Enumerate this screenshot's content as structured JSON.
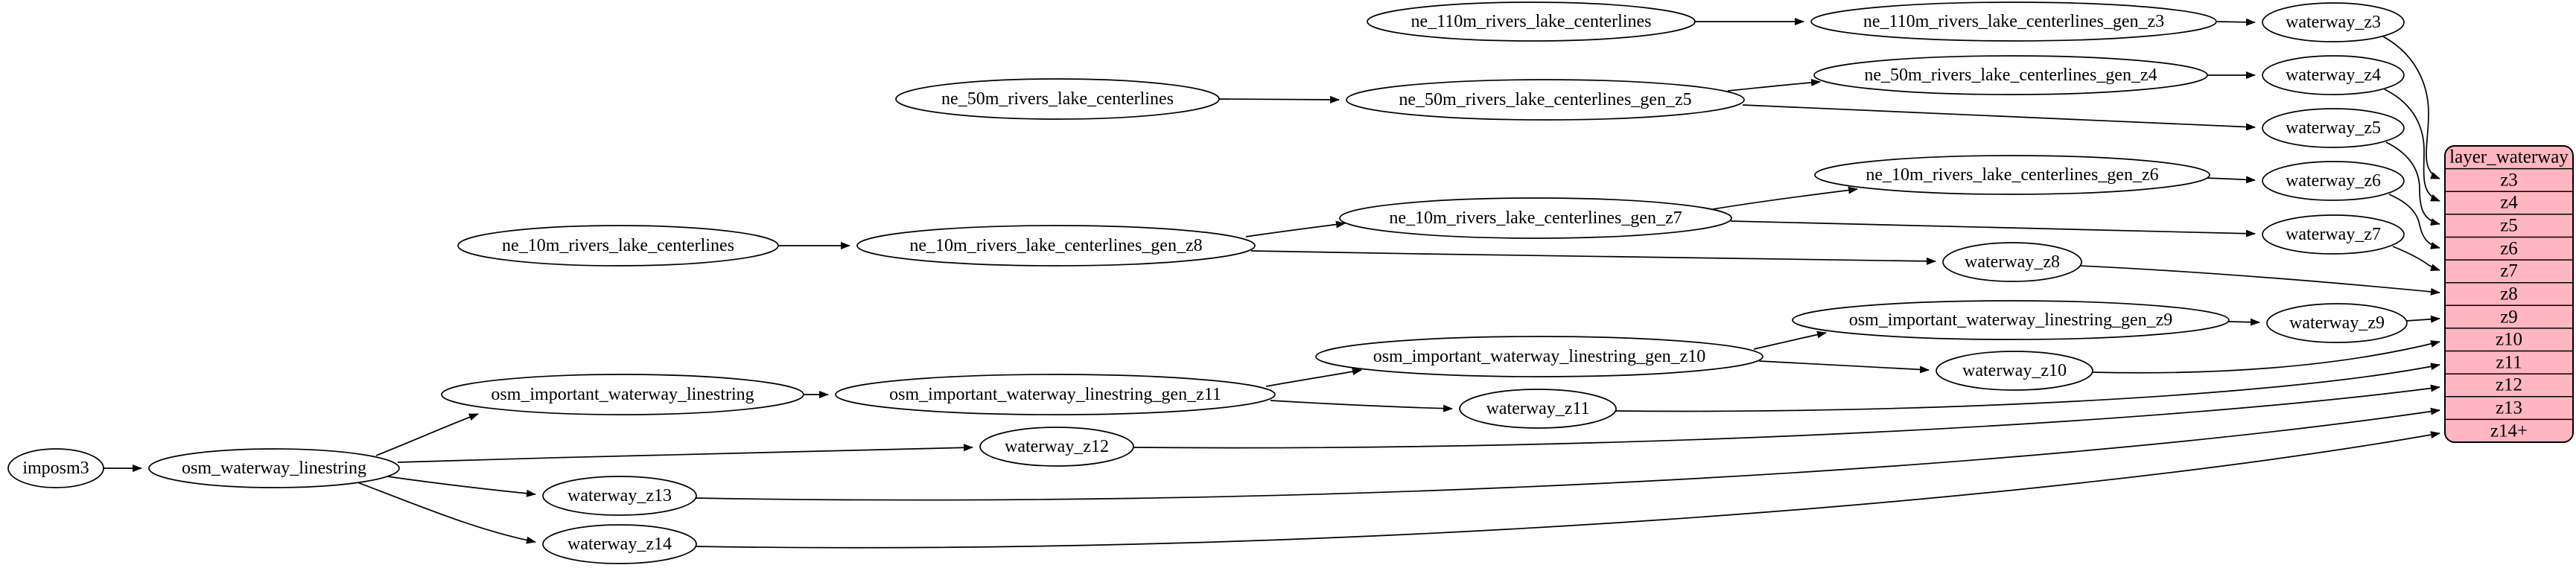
{
  "diagram": {
    "type": "graphviz-dependency-graph",
    "background_color": "#ffffff",
    "node_fill_color": "#ffffff",
    "node_stroke_color": "#000000",
    "edge_color": "#000000",
    "table_fill_color": "#ffb6c1",
    "table_stroke_color": "#000000"
  },
  "nodes": {
    "imposm3": {
      "label": "imposm3"
    },
    "osm_waterway_linestring": {
      "label": "osm_waterway_linestring"
    },
    "osm_important_waterway_linestring": {
      "label": "osm_important_waterway_linestring"
    },
    "osm_important_waterway_linestring_gen_z11": {
      "label": "osm_important_waterway_linestring_gen_z11"
    },
    "osm_important_waterway_linestring_gen_z10": {
      "label": "osm_important_waterway_linestring_gen_z10"
    },
    "osm_important_waterway_linestring_gen_z9": {
      "label": "osm_important_waterway_linestring_gen_z9"
    },
    "ne_10m_rivers_lake_centerlines": {
      "label": "ne_10m_rivers_lake_centerlines"
    },
    "ne_10m_rivers_lake_centerlines_gen_z8": {
      "label": "ne_10m_rivers_lake_centerlines_gen_z8"
    },
    "ne_10m_rivers_lake_centerlines_gen_z7": {
      "label": "ne_10m_rivers_lake_centerlines_gen_z7"
    },
    "ne_10m_rivers_lake_centerlines_gen_z6": {
      "label": "ne_10m_rivers_lake_centerlines_gen_z6"
    },
    "ne_50m_rivers_lake_centerlines": {
      "label": "ne_50m_rivers_lake_centerlines"
    },
    "ne_50m_rivers_lake_centerlines_gen_z5": {
      "label": "ne_50m_rivers_lake_centerlines_gen_z5"
    },
    "ne_50m_rivers_lake_centerlines_gen_z4": {
      "label": "ne_50m_rivers_lake_centerlines_gen_z4"
    },
    "ne_110m_rivers_lake_centerlines": {
      "label": "ne_110m_rivers_lake_centerlines"
    },
    "ne_110m_rivers_lake_centerlines_gen_z3": {
      "label": "ne_110m_rivers_lake_centerlines_gen_z3"
    },
    "waterway_z3": {
      "label": "waterway_z3"
    },
    "waterway_z4": {
      "label": "waterway_z4"
    },
    "waterway_z5": {
      "label": "waterway_z5"
    },
    "waterway_z6": {
      "label": "waterway_z6"
    },
    "waterway_z7": {
      "label": "waterway_z7"
    },
    "waterway_z8": {
      "label": "waterway_z8"
    },
    "waterway_z9": {
      "label": "waterway_z9"
    },
    "waterway_z10": {
      "label": "waterway_z10"
    },
    "waterway_z11": {
      "label": "waterway_z11"
    },
    "waterway_z12": {
      "label": "waterway_z12"
    },
    "waterway_z13": {
      "label": "waterway_z13"
    },
    "waterway_z14": {
      "label": "waterway_z14"
    }
  },
  "table": {
    "title": "layer_waterway",
    "rows": [
      "z3",
      "z4",
      "z5",
      "z6",
      "z7",
      "z8",
      "z9",
      "z10",
      "z11",
      "z12",
      "z13",
      "z14+"
    ]
  },
  "edges": [
    {
      "from": "imposm3",
      "to": "osm_waterway_linestring"
    },
    {
      "from": "osm_waterway_linestring",
      "to": "osm_important_waterway_linestring"
    },
    {
      "from": "osm_waterway_linestring",
      "to": "waterway_z12"
    },
    {
      "from": "osm_waterway_linestring",
      "to": "waterway_z13"
    },
    {
      "from": "osm_waterway_linestring",
      "to": "waterway_z14"
    },
    {
      "from": "osm_important_waterway_linestring",
      "to": "osm_important_waterway_linestring_gen_z11"
    },
    {
      "from": "osm_important_waterway_linestring_gen_z11",
      "to": "osm_important_waterway_linestring_gen_z10"
    },
    {
      "from": "osm_important_waterway_linestring_gen_z11",
      "to": "waterway_z11"
    },
    {
      "from": "osm_important_waterway_linestring_gen_z10",
      "to": "osm_important_waterway_linestring_gen_z9"
    },
    {
      "from": "osm_important_waterway_linestring_gen_z10",
      "to": "waterway_z10"
    },
    {
      "from": "osm_important_waterway_linestring_gen_z9",
      "to": "waterway_z9"
    },
    {
      "from": "ne_10m_rivers_lake_centerlines",
      "to": "ne_10m_rivers_lake_centerlines_gen_z8"
    },
    {
      "from": "ne_10m_rivers_lake_centerlines_gen_z8",
      "to": "ne_10m_rivers_lake_centerlines_gen_z7"
    },
    {
      "from": "ne_10m_rivers_lake_centerlines_gen_z8",
      "to": "waterway_z8"
    },
    {
      "from": "ne_10m_rivers_lake_centerlines_gen_z7",
      "to": "ne_10m_rivers_lake_centerlines_gen_z6"
    },
    {
      "from": "ne_10m_rivers_lake_centerlines_gen_z7",
      "to": "waterway_z7"
    },
    {
      "from": "ne_10m_rivers_lake_centerlines_gen_z6",
      "to": "waterway_z6"
    },
    {
      "from": "ne_50m_rivers_lake_centerlines",
      "to": "ne_50m_rivers_lake_centerlines_gen_z5"
    },
    {
      "from": "ne_50m_rivers_lake_centerlines_gen_z5",
      "to": "ne_50m_rivers_lake_centerlines_gen_z4"
    },
    {
      "from": "ne_50m_rivers_lake_centerlines_gen_z5",
      "to": "waterway_z5"
    },
    {
      "from": "ne_50m_rivers_lake_centerlines_gen_z4",
      "to": "waterway_z4"
    },
    {
      "from": "ne_110m_rivers_lake_centerlines",
      "to": "ne_110m_rivers_lake_centerlines_gen_z3"
    },
    {
      "from": "ne_110m_rivers_lake_centerlines_gen_z3",
      "to": "waterway_z3"
    },
    {
      "from": "waterway_z3",
      "to": "layer_waterway.z3"
    },
    {
      "from": "waterway_z4",
      "to": "layer_waterway.z4"
    },
    {
      "from": "waterway_z5",
      "to": "layer_waterway.z5"
    },
    {
      "from": "waterway_z6",
      "to": "layer_waterway.z6"
    },
    {
      "from": "waterway_z7",
      "to": "layer_waterway.z7"
    },
    {
      "from": "waterway_z8",
      "to": "layer_waterway.z8"
    },
    {
      "from": "waterway_z9",
      "to": "layer_waterway.z9"
    },
    {
      "from": "waterway_z10",
      "to": "layer_waterway.z10"
    },
    {
      "from": "waterway_z11",
      "to": "layer_waterway.z11"
    },
    {
      "from": "waterway_z12",
      "to": "layer_waterway.z12"
    },
    {
      "from": "waterway_z13",
      "to": "layer_waterway.z13"
    },
    {
      "from": "waterway_z14",
      "to": "layer_waterway.z14+"
    }
  ]
}
